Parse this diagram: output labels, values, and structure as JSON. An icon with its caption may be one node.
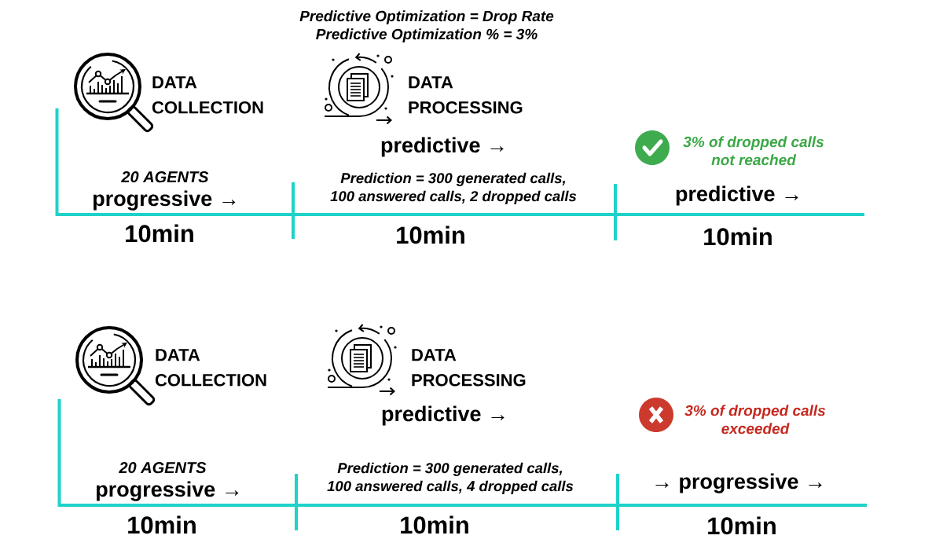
{
  "diagram": {
    "labels": [
      "Predictive Optimization = Drop Rate",
      "Predictive Optimization % = 3%",
      "DATA COLLECTION",
      "DATA PROCESSING",
      "predictive →",
      "3% of dropped calls not reached",
      "20 AGENTS",
      "progressive →",
      "Prediction = 300 generated calls, 100 answered calls, 2 dropped calls",
      "predictive →",
      "10min",
      "10min",
      "10min",
      "DATA COLLECTION",
      "DATA PROCESSING",
      "predictive →",
      "3% of dropped calls exceeded",
      "20 AGENTS",
      "progressive →",
      "Prediction = 300 generated calls, 100 answered calls, 4 dropped calls",
      "→ progressive →",
      "10min",
      "10min",
      "10min"
    ]
  }
}
